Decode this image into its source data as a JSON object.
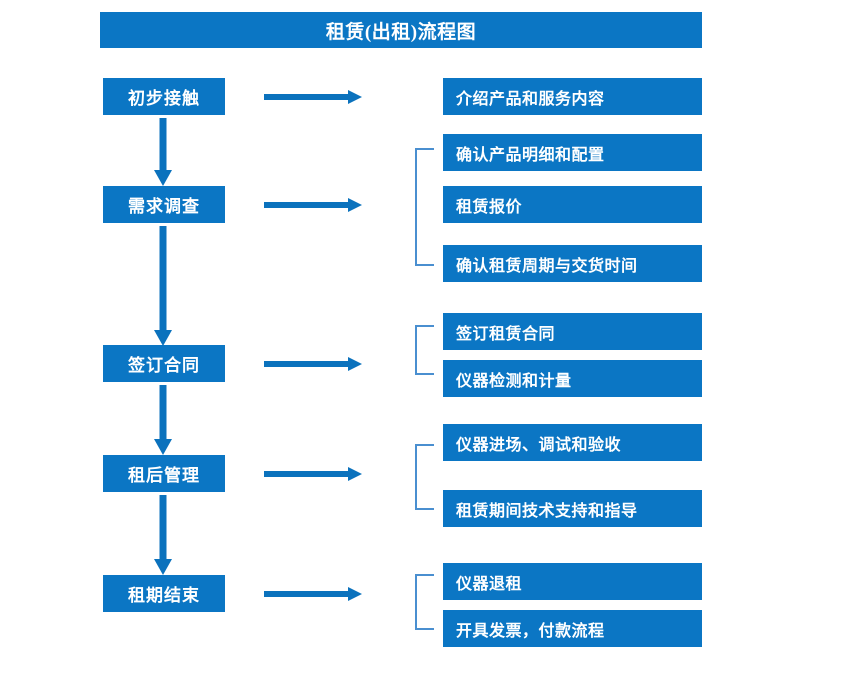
{
  "title": {
    "text": "租赁(出租)流程图"
  },
  "colors": {
    "box_fill": "#0b76c4",
    "box_text": "#ffffff",
    "arrow": "#0b72bd",
    "bracket": "#4a8fd0",
    "background": "#ffffff"
  },
  "stages": [
    {
      "label": "初步接触"
    },
    {
      "label": "需求调查"
    },
    {
      "label": "签订合同"
    },
    {
      "label": "租后管理"
    },
    {
      "label": "租期结束"
    }
  ],
  "detail_groups": [
    {
      "stage": "初步接触",
      "bracketed": false,
      "items": [
        {
          "label": "介绍产品和服务内容"
        }
      ]
    },
    {
      "stage": "需求调查",
      "bracketed": true,
      "items": [
        {
          "label": "确认产品明细和配置"
        },
        {
          "label": "租赁报价"
        },
        {
          "label": "确认租赁周期与交货时间"
        }
      ]
    },
    {
      "stage": "签订合同",
      "bracketed": true,
      "items": [
        {
          "label": "签订租赁合同"
        },
        {
          "label": "仪器检测和计量"
        }
      ]
    },
    {
      "stage": "租后管理",
      "bracketed": true,
      "items": [
        {
          "label": "仪器进场、调试和验收"
        },
        {
          "label": "租赁期间技术支持和指导"
        }
      ]
    },
    {
      "stage": "租期结束",
      "bracketed": true,
      "items": [
        {
          "label": "仪器退租"
        },
        {
          "label": "开具发票，付款流程"
        }
      ]
    }
  ],
  "connectors": {
    "horizontal_arrow_count": 5,
    "vertical_arrow_count": 4,
    "bracket_count": 4
  }
}
